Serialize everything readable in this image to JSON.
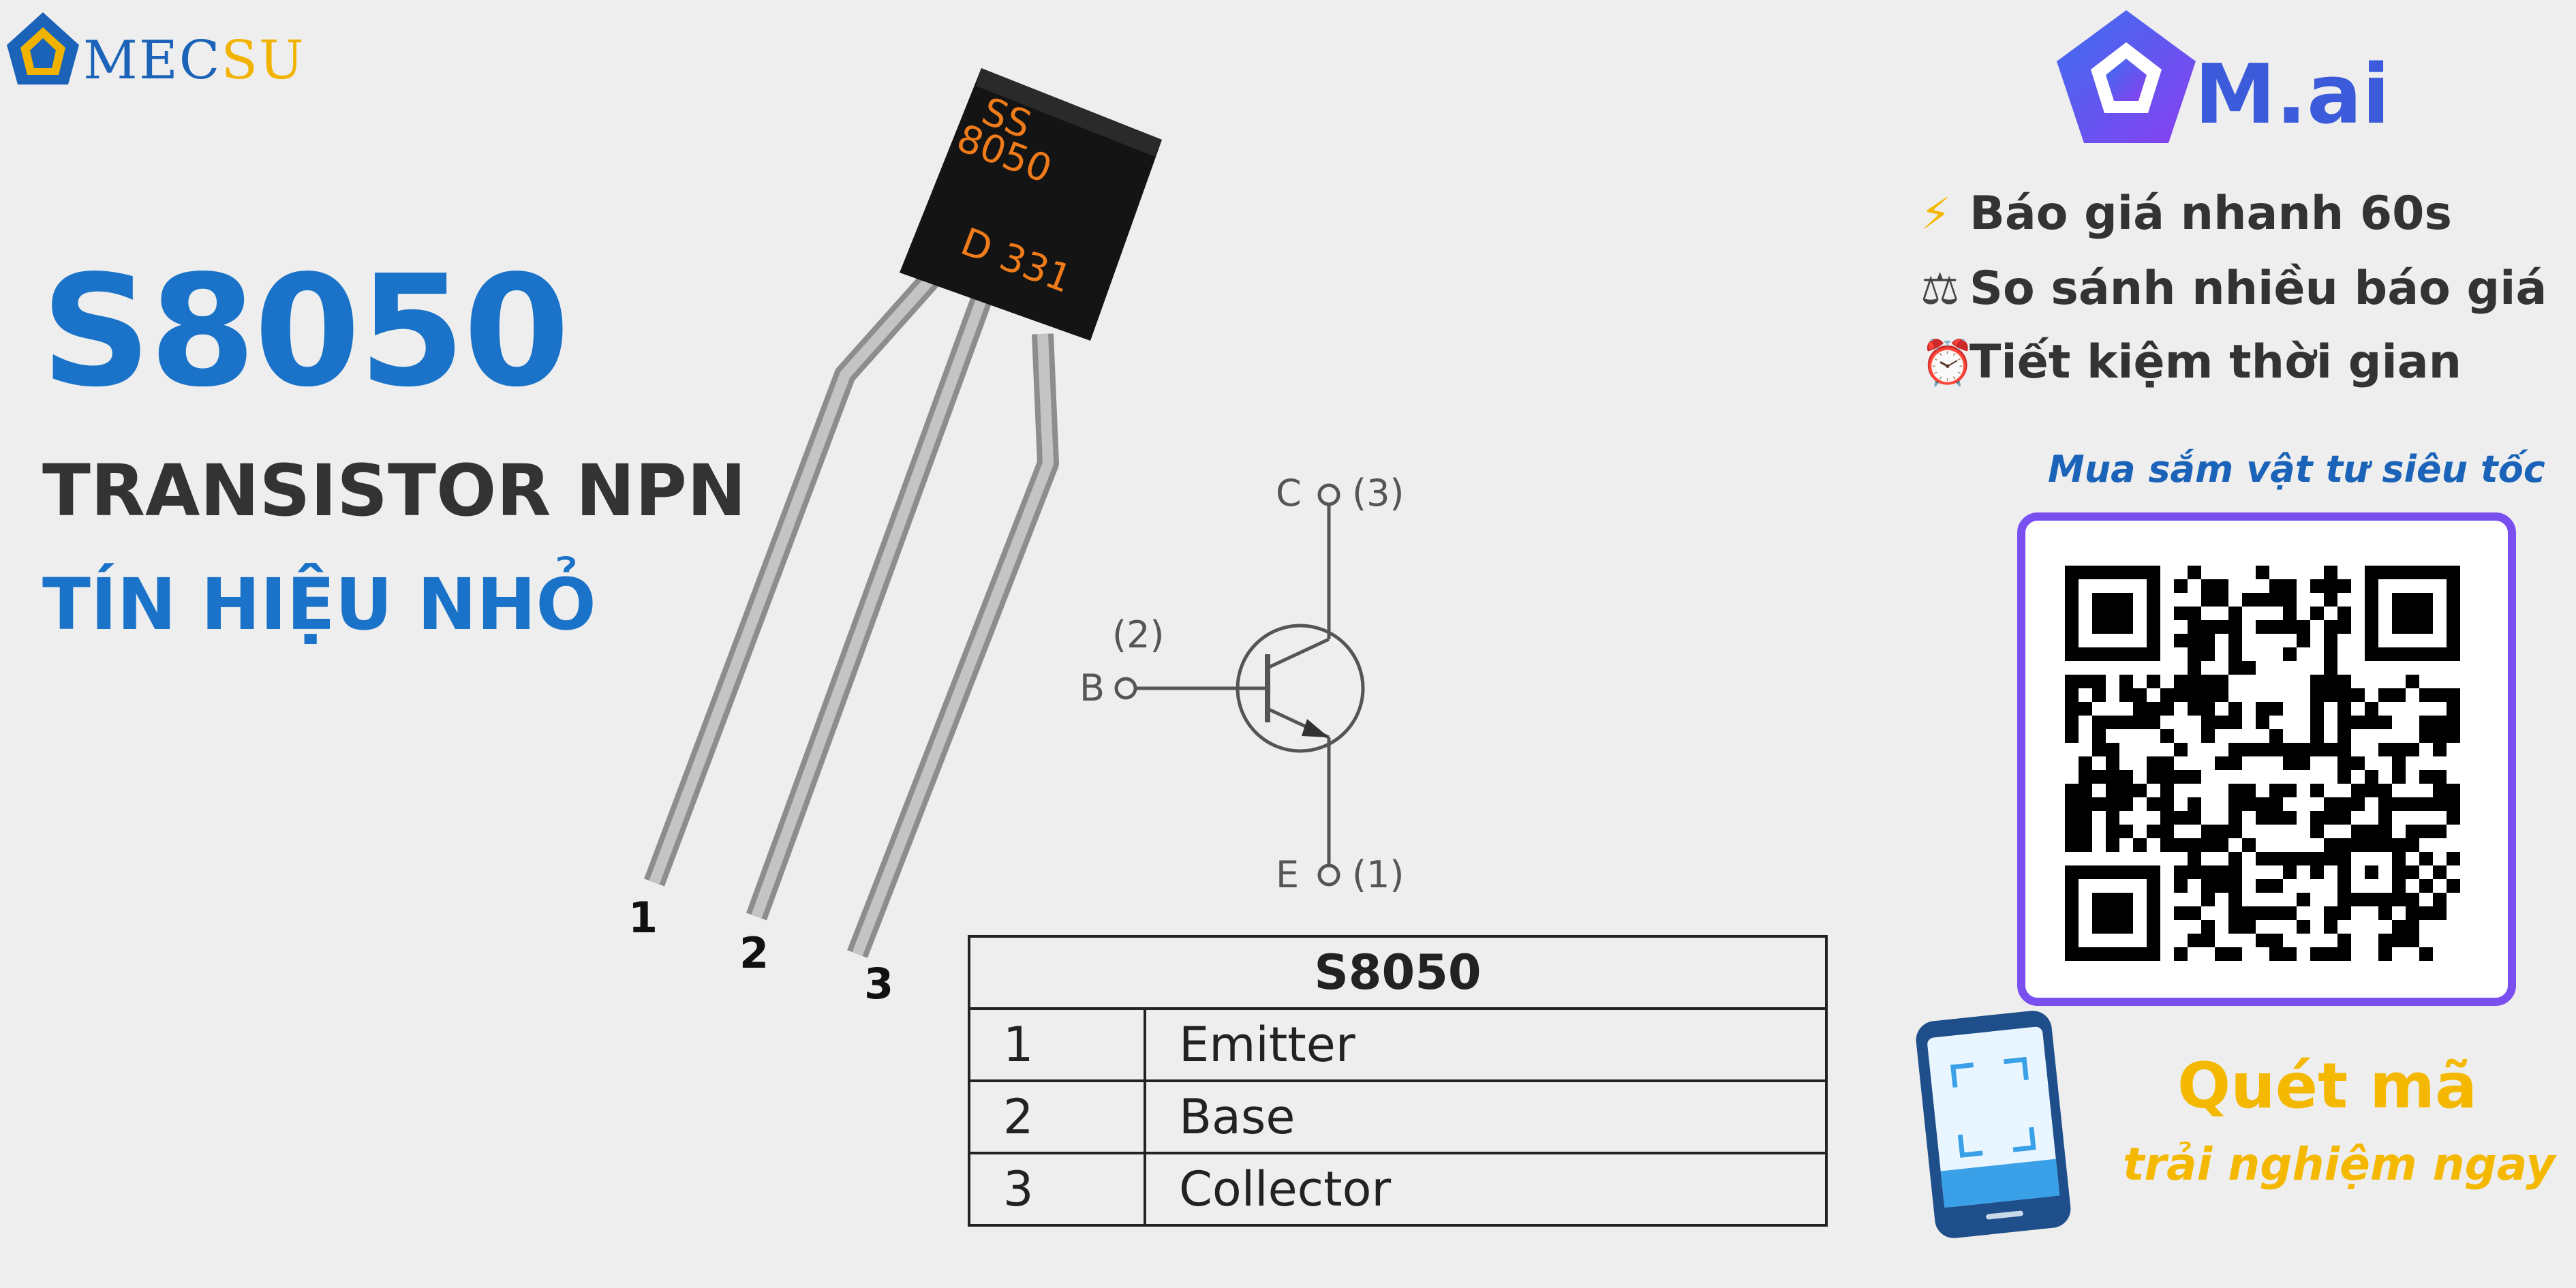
{
  "brand": {
    "name_part1": "MEC",
    "name_part2": "SU"
  },
  "title": "S8050",
  "subtitle_line1": "TRANSISTOR NPN",
  "subtitle_line2": "TÍN HIỆU NHỎ",
  "transistor_image": {
    "marking_line1": "SS",
    "marking_line2": "8050",
    "marking_line3": "D 331",
    "pin_labels": [
      "1",
      "2",
      "3"
    ]
  },
  "schematic": {
    "collector": "C",
    "collector_pin": "(3)",
    "base": "B",
    "base_pin": "(2)",
    "emitter": "E",
    "emitter_pin": "(1)"
  },
  "pin_table": {
    "header": "S8050",
    "rows": [
      {
        "pin": "1",
        "name": "Emitter"
      },
      {
        "pin": "2",
        "name": "Base"
      },
      {
        "pin": "3",
        "name": "Collector"
      }
    ]
  },
  "ad": {
    "logo_text": "M.ai",
    "features": [
      {
        "icon": "lightning-icon",
        "text": "Báo giá nhanh 60s"
      },
      {
        "icon": "scale-icon",
        "text": "So sánh nhiều báo giá"
      },
      {
        "icon": "alarm-clock-icon",
        "text": "Tiết kiệm thời gian"
      }
    ],
    "promo": "Mua sắm vật tư siêu tốc",
    "scan_title": "Quét mã",
    "scan_subtitle": "trải nghiệm ngay"
  },
  "colors": {
    "background": "#eeeeee",
    "primary_blue": "#1a73c8",
    "dark_text": "#333333",
    "accent_yellow": "#f5b800",
    "qr_border": "#7a4ff0",
    "marking_orange": "#f07b1a"
  }
}
